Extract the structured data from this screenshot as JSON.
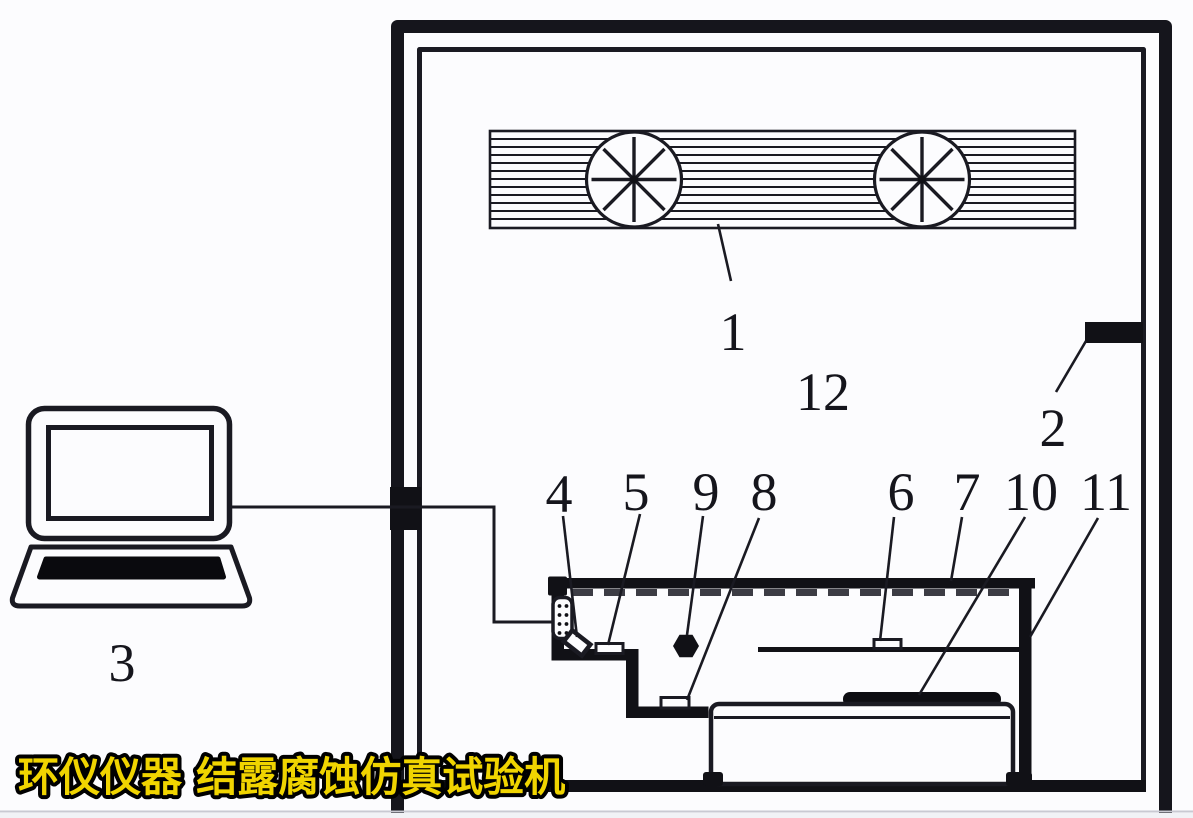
{
  "diagram_type": "patent-style schematic of condensation corrosion simulation test chamber",
  "colors": {
    "ink": "#1a1a22",
    "background": "#fcfcfe",
    "watermark_fill": "#f0d400",
    "watermark_outline": "#000000",
    "hatch_gray": "#3c3c44",
    "edge_line_gray": "#c9c9d2"
  },
  "watermark": {
    "text": "环仪仪器 结露腐蚀仿真试验机"
  },
  "callouts": [
    {
      "label": "1",
      "component": "finned-cooler-with-fans"
    },
    {
      "label": "2",
      "component": "right-wall-feedthrough-port"
    },
    {
      "label": "3",
      "component": "control-computer"
    },
    {
      "label": "4",
      "component": "connector-on-test-stand"
    },
    {
      "label": "5",
      "component": "sensor-on-upper-step"
    },
    {
      "label": "6",
      "component": "sensor-on-sample-shelf"
    },
    {
      "label": "7",
      "component": "test-stand-top-plate"
    },
    {
      "label": "8",
      "component": "sensor-on-lower-step"
    },
    {
      "label": "9",
      "component": "hex-fitting"
    },
    {
      "label": "10",
      "component": "specimen-block-on-tray"
    },
    {
      "label": "11",
      "component": "test-stand-side-wall"
    },
    {
      "label": "12",
      "component": "chamber-interior"
    }
  ]
}
